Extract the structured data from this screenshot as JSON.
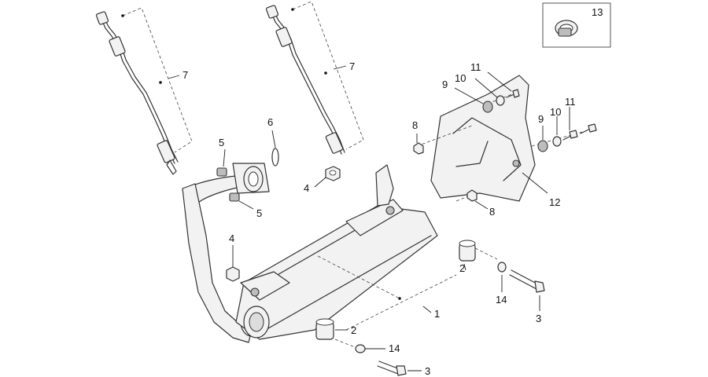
{
  "callouts": {
    "c1": "1",
    "c2a": "2",
    "c2b": "2",
    "c3a": "3",
    "c3b": "3",
    "c4a": "4",
    "c4b": "4",
    "c5a": "5",
    "c5b": "5",
    "c6": "6",
    "c7a": "7",
    "c7b": "7",
    "c8a": "8",
    "c8b": "8",
    "c9a": "9",
    "c9b": "9",
    "c10a": "10",
    "c10b": "10",
    "c11a": "11",
    "c11b": "11",
    "c12": "12",
    "c13": "13",
    "c14a": "14",
    "c14b": "14"
  }
}
